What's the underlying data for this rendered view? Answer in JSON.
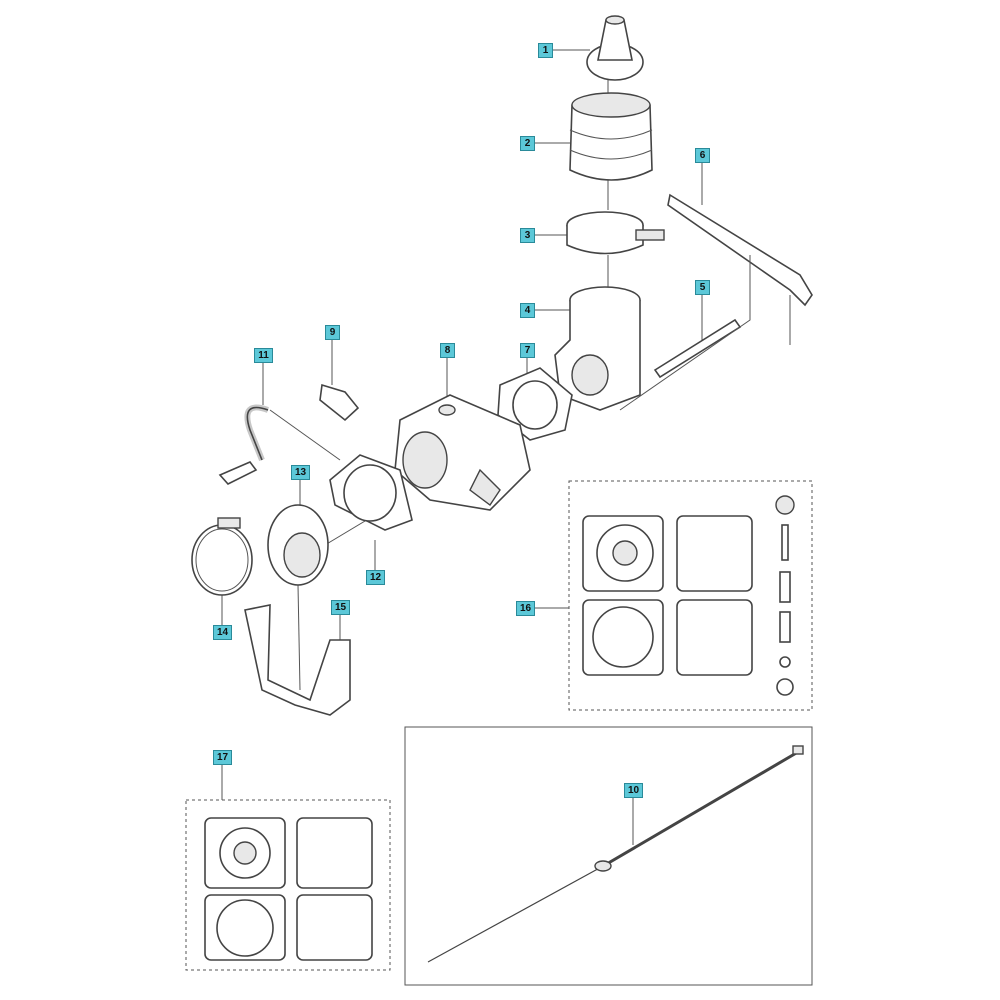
{
  "diagram": {
    "labels": [
      {
        "id": "1",
        "text": "1"
      },
      {
        "id": "2",
        "text": "2"
      },
      {
        "id": "3",
        "text": "3"
      },
      {
        "id": "4",
        "text": "4"
      },
      {
        "id": "5",
        "text": "5"
      },
      {
        "id": "6",
        "text": "6"
      },
      {
        "id": "7",
        "text": "7"
      },
      {
        "id": "8",
        "text": "8"
      },
      {
        "id": "9",
        "text": "9"
      },
      {
        "id": "10",
        "text": "10"
      },
      {
        "id": "11",
        "text": "11"
      },
      {
        "id": "12",
        "text": "12"
      },
      {
        "id": "13",
        "text": "13"
      },
      {
        "id": "14",
        "text": "14"
      },
      {
        "id": "15",
        "text": "15"
      },
      {
        "id": "16",
        "text": "16"
      },
      {
        "id": "17",
        "text": "17"
      }
    ],
    "colors": {
      "label_bg": "#5cc8d8",
      "line": "#444444"
    }
  }
}
